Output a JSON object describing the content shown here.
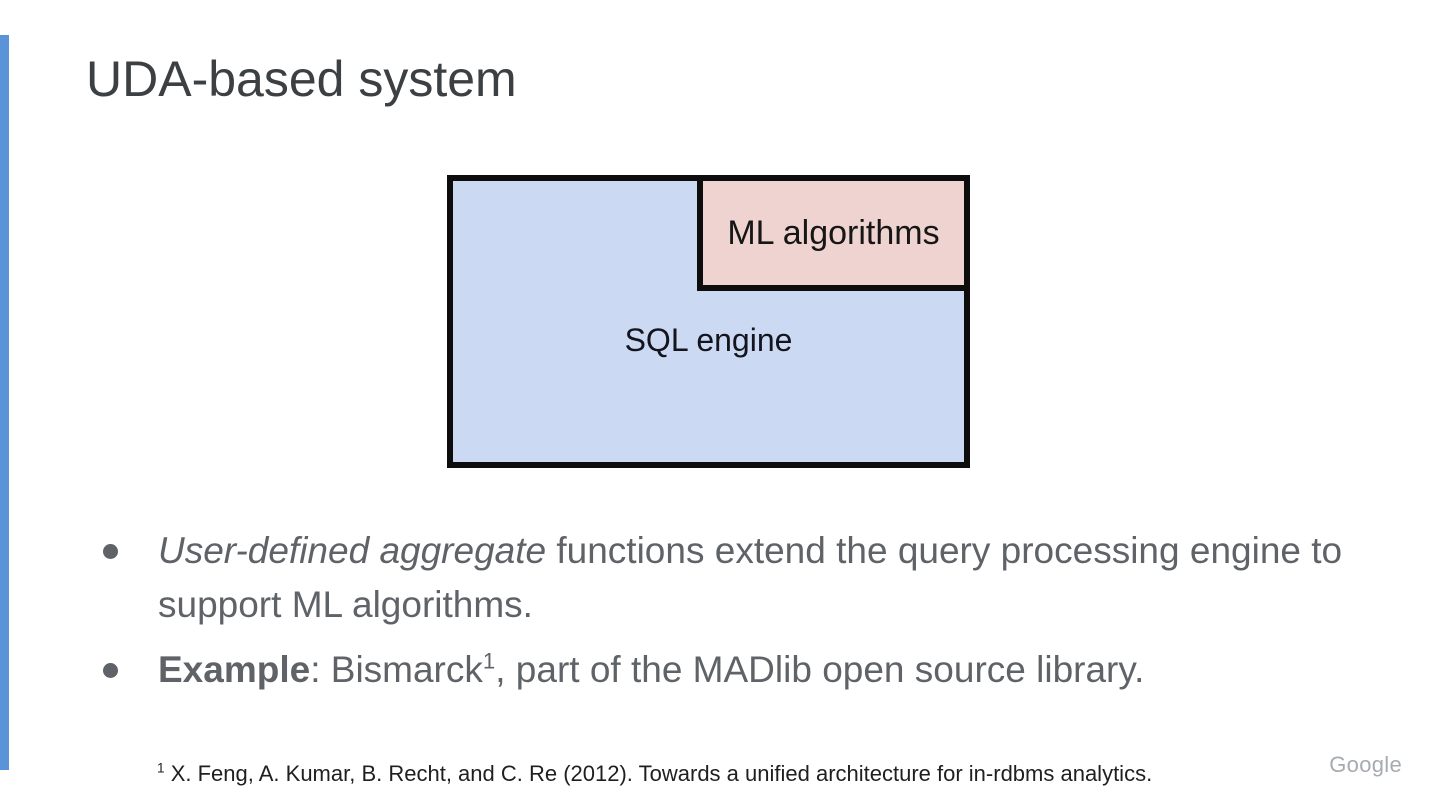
{
  "slide": {
    "title": "UDA-based system",
    "accent_color": "#5b93d8",
    "background_color": "#ffffff"
  },
  "diagram": {
    "outer_box_label": "SQL engine",
    "inner_box_label": "ML algorithms",
    "outer_box_fill": "#ccd9f2",
    "inner_box_fill": "#eed3d1",
    "border_color": "#0d0d0d"
  },
  "bullets": [
    {
      "italic_part": "User-defined aggregate",
      "rest": " functions extend the query processing engine to support ML algorithms."
    },
    {
      "bold_part": "Example",
      "mid": ": Bismarck",
      "superscript": "1",
      "rest": ", part of the MADlib open source library."
    }
  ],
  "footnote": {
    "superscript": "1",
    "text": " X. Feng, A. Kumar, B. Recht, and C. Re (2012). Towards a unified architecture for in-rdbms analytics."
  },
  "branding": {
    "logo_text": "Google",
    "logo_color": "#a6abb0"
  }
}
